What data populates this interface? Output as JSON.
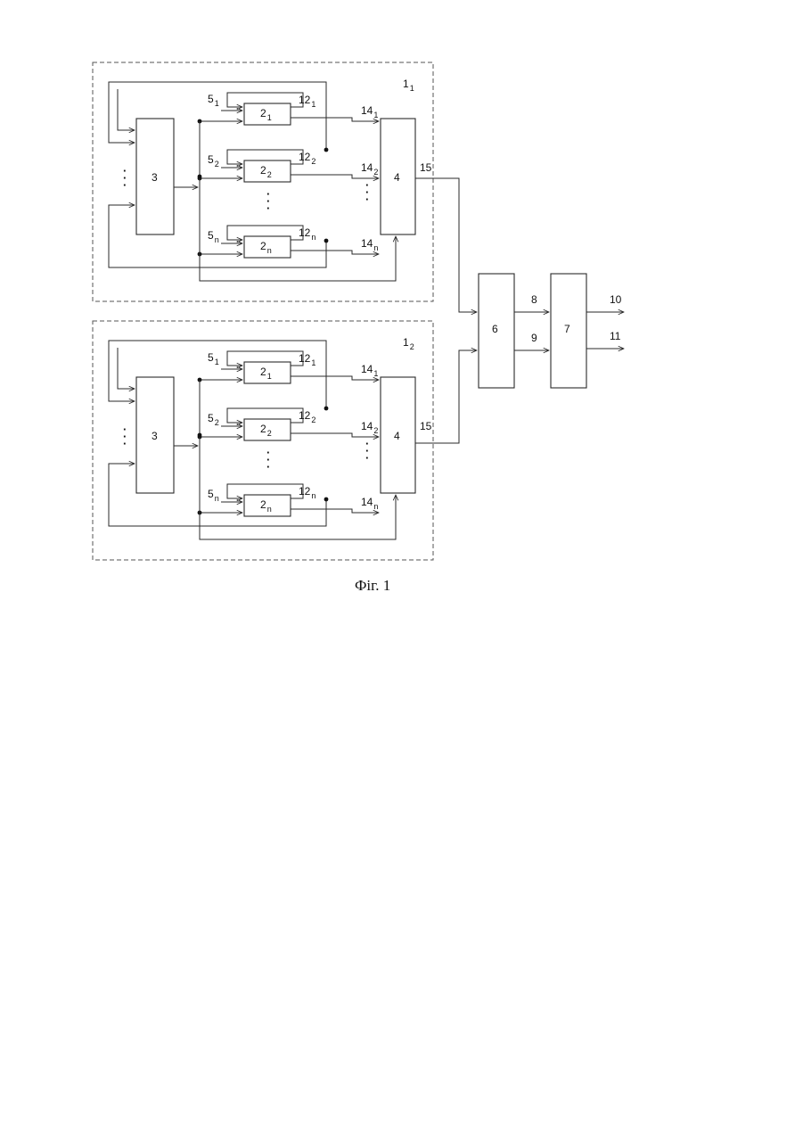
{
  "figure": {
    "caption": "Фіг. 1",
    "modules": [
      {
        "main": "1",
        "sub": "1"
      },
      {
        "main": "1",
        "sub": "2"
      }
    ],
    "block_3": "3",
    "block_4": "4",
    "block_6": "6",
    "block_7": "7",
    "block_2": {
      "main": "2",
      "subs": [
        "1",
        "2",
        "n"
      ]
    },
    "inputs_5": {
      "main": "5",
      "subs": [
        "1",
        "2",
        "n"
      ]
    },
    "lines_12": {
      "main": "12",
      "subs": [
        "1",
        "2",
        "n"
      ]
    },
    "lines_14": {
      "main": "14",
      "subs": [
        "1",
        "2",
        "n"
      ]
    },
    "line_15": "15",
    "line_8": "8",
    "line_9": "9",
    "output_10": "10",
    "output_11": "11",
    "ellipsis": "·\n·\n·"
  }
}
